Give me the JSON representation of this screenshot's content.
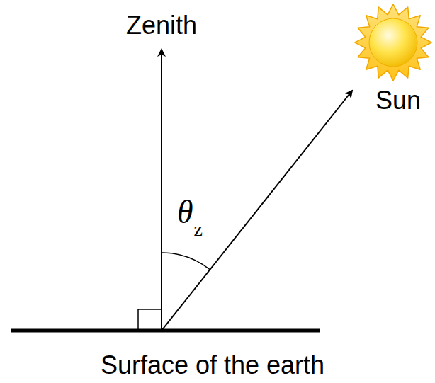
{
  "diagram": {
    "labels": [
      "Zenith",
      "Sun",
      "θ",
      "z",
      "Surface of the earth"
    ]
  }
}
